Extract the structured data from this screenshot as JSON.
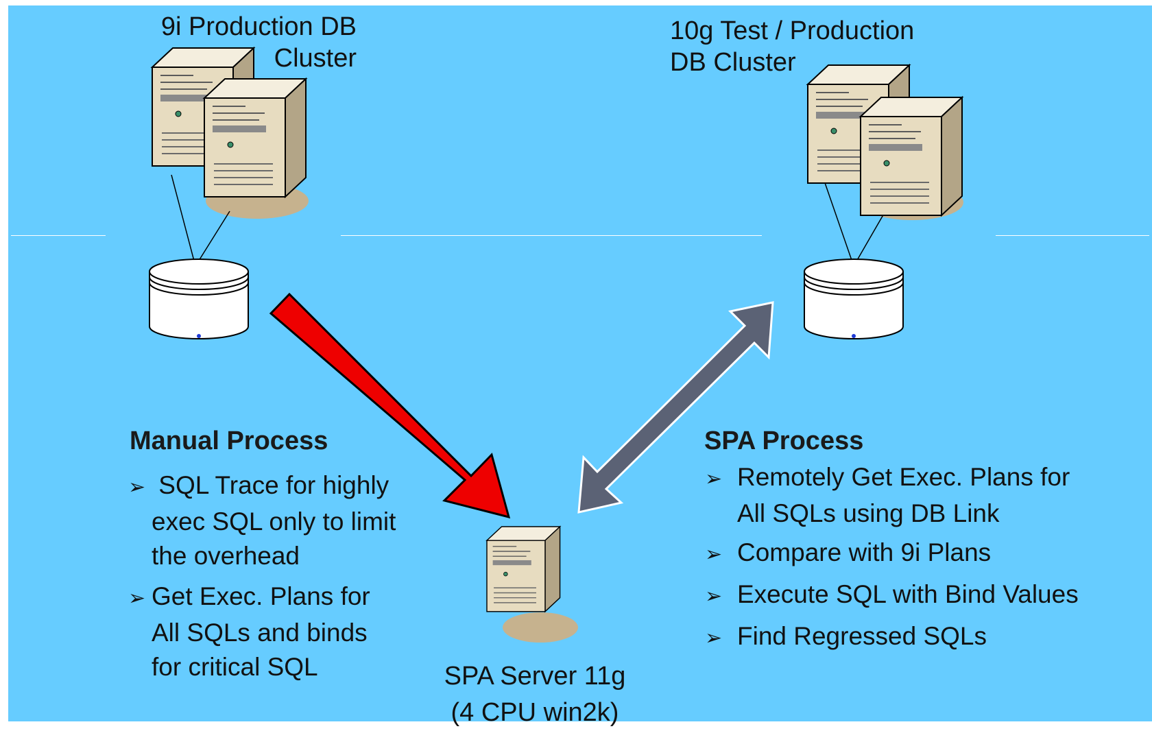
{
  "left_cluster": {
    "label_line1": "9i Production DB",
    "label_line2": "Cluster"
  },
  "right_cluster": {
    "label_line1": "10g Test / Production",
    "label_line2": "DB Cluster"
  },
  "spa_server": {
    "label_line1": "SPA Server 11g",
    "label_line2": "(4 CPU win2k)"
  },
  "manual_process": {
    "title": "Manual Process",
    "items": [
      {
        "line1": " SQL Trace for highly",
        "line2": "exec SQL only to limit",
        "line3": "the overhead"
      },
      {
        "line1": "Get Exec. Plans  for",
        "line2": "All SQLs and binds",
        "line3": "for critical SQL"
      }
    ]
  },
  "spa_process": {
    "title": "SPA Process",
    "items": [
      {
        "line1": "Remotely Get Exec. Plans for",
        "line2": "All SQLs using DB Link"
      },
      {
        "line1": "Compare with 9i Plans"
      },
      {
        "line1": "Execute SQL with Bind Values"
      },
      {
        "line1": "Find Regressed SQLs"
      }
    ]
  },
  "bullet_glyph": "➢",
  "colors": {
    "background": "#66ccff",
    "manual_arrow": "#ee0000",
    "spa_arrow": "#5b6275",
    "server": "#e7dcc0"
  }
}
